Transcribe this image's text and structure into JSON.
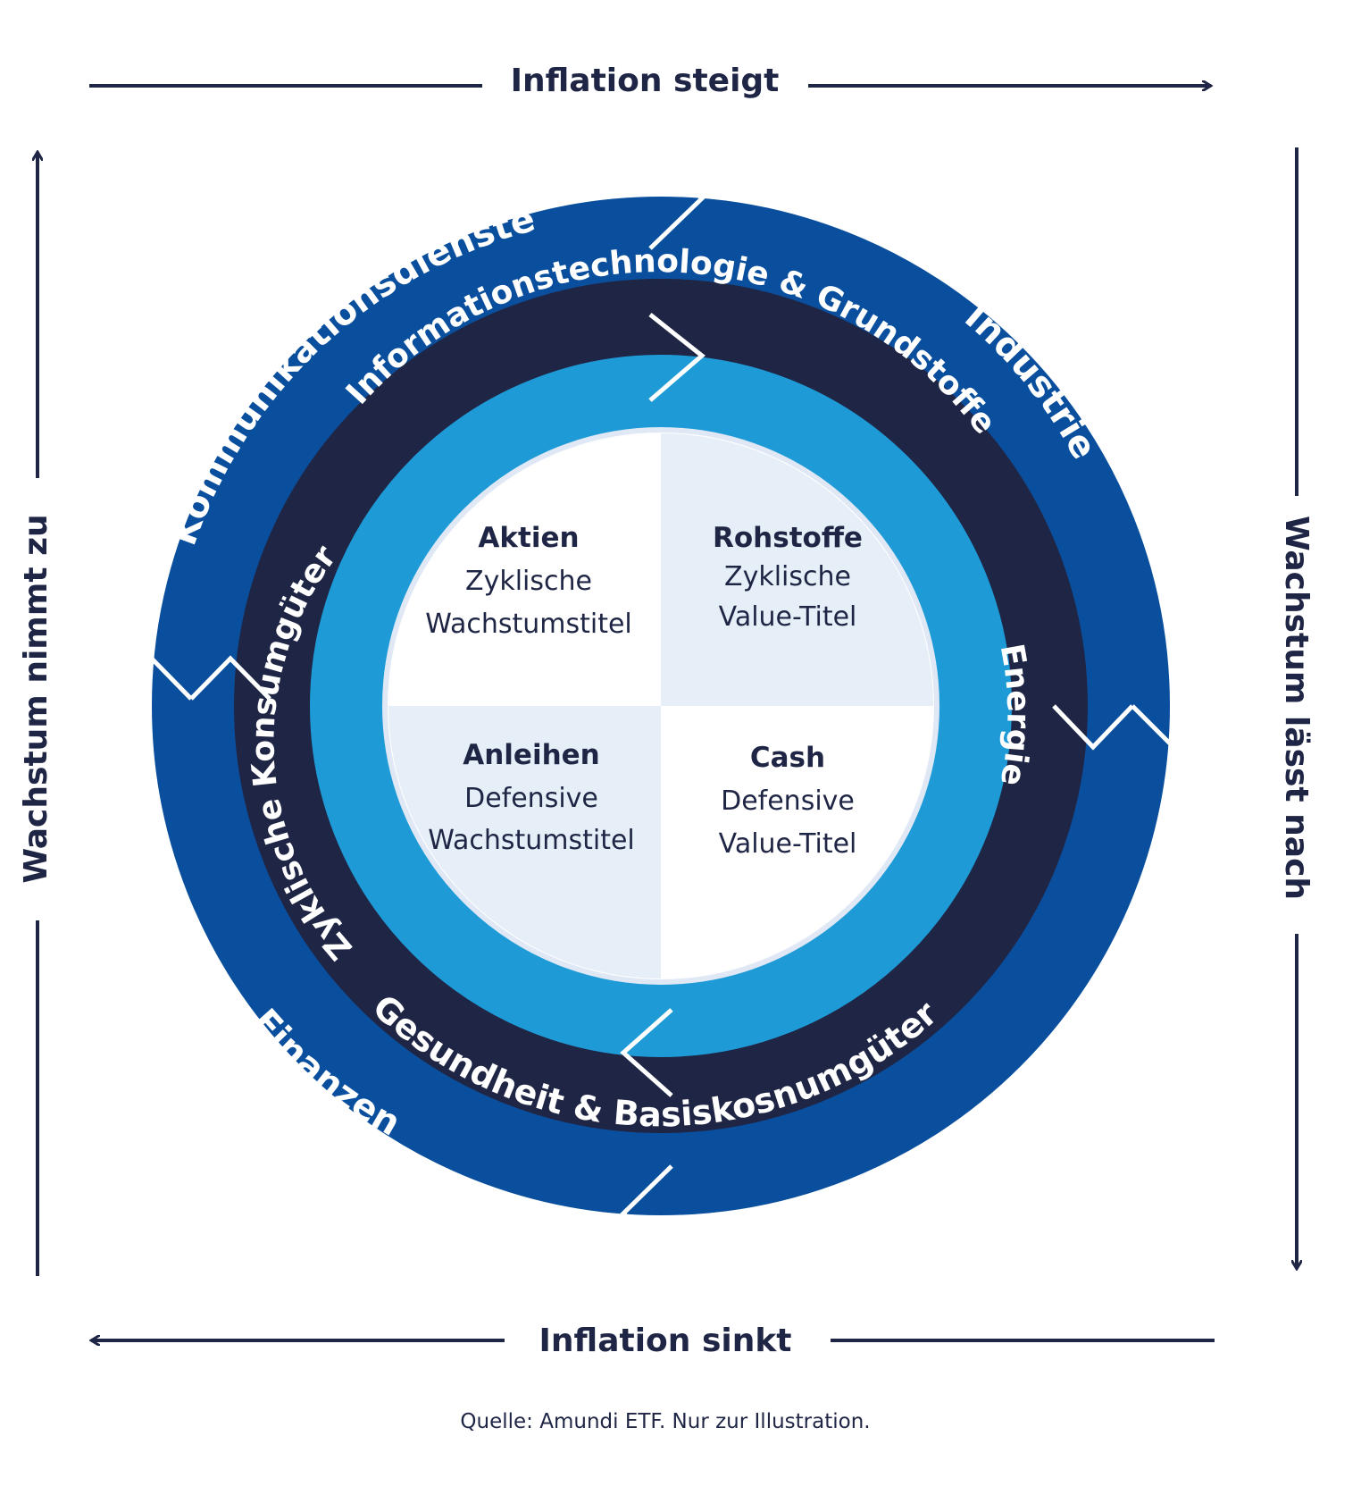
{
  "axes": {
    "top": "Inflation steigt",
    "bottom": "Inflation sinkt",
    "left": "Wachstum nimmt zu",
    "right": "Wachstum lässt nach"
  },
  "rings": {
    "outer_top_left": "Kommunikationsdienste",
    "outer_top_right": "Industrie",
    "outer_bottom_left": "Finanzen",
    "middle_top": "Informationstechnologie & Grundstoffe",
    "middle_bottom": "Gesundheit & Basiskosnumgüter",
    "inner_left": "Zyklische Konsumgüter",
    "inner_right": "Energie"
  },
  "quadrants": {
    "top_left": {
      "title": "Aktien",
      "line1": "Zyklische",
      "line2": "Wachstumstitel"
    },
    "top_right": {
      "title": "Rohstoffe",
      "line1": "Zyklische",
      "line2": "Value-Titel"
    },
    "bottom_left": {
      "title": "Anleihen",
      "line1": "Defensive",
      "line2": "Wachstumstitel"
    },
    "bottom_right": {
      "title": "Cash",
      "line1": "Defensive",
      "line2": "Value-Titel"
    }
  },
  "source": "Quelle: Amundi ETF. Nur zur Illustration.",
  "colors": {
    "outer_ring": "#0a4f9e",
    "middle_ring": "#1f2544",
    "inner_ring": "#1e9bd7",
    "quadrant_light": "#e6eef8",
    "axis": "#1f2544"
  }
}
